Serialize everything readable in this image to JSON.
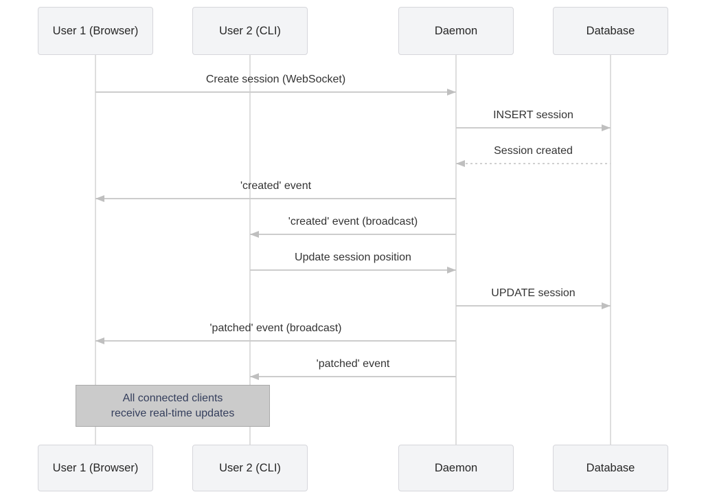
{
  "diagram": {
    "type": "sequence-diagram",
    "participants": [
      {
        "id": "user1",
        "label": "User 1 (Browser)"
      },
      {
        "id": "user2",
        "label": "User 2 (CLI)"
      },
      {
        "id": "daemon",
        "label": "Daemon"
      },
      {
        "id": "database",
        "label": "Database"
      }
    ],
    "messages": [
      {
        "label": "Create session (WebSocket)",
        "from": "user1",
        "to": "daemon",
        "line": "solid",
        "direction": "right"
      },
      {
        "label": "INSERT session",
        "from": "daemon",
        "to": "database",
        "line": "solid",
        "direction": "right"
      },
      {
        "label": "Session created",
        "from": "database",
        "to": "daemon",
        "line": "dashed",
        "direction": "left"
      },
      {
        "label": "'created' event",
        "from": "daemon",
        "to": "user1",
        "line": "solid",
        "direction": "left"
      },
      {
        "label": "'created' event (broadcast)",
        "from": "daemon",
        "to": "user2",
        "line": "solid",
        "direction": "left"
      },
      {
        "label": "Update session position",
        "from": "user2",
        "to": "daemon",
        "line": "solid",
        "direction": "right"
      },
      {
        "label": "UPDATE session",
        "from": "daemon",
        "to": "database",
        "line": "solid",
        "direction": "right"
      },
      {
        "label": "'patched' event (broadcast)",
        "from": "daemon",
        "to": "user1",
        "line": "solid",
        "direction": "left"
      },
      {
        "label": "'patched' event",
        "from": "daemon",
        "to": "user2",
        "line": "solid",
        "direction": "left"
      }
    ],
    "note": {
      "over": [
        "user1",
        "user2"
      ],
      "lines": [
        "All connected clients",
        "receive real-time updates"
      ]
    },
    "colors": {
      "participant_fill": "#f3f4f6",
      "participant_border": "#d6d6db",
      "lifeline": "#dedede",
      "arrow_line": "#cccccc",
      "arrowhead": "#bfbfbf",
      "message_text": "#333333",
      "note_fill": "#cbcbcb",
      "note_border": "#a9a9a9",
      "note_text": "#343e5c"
    }
  }
}
